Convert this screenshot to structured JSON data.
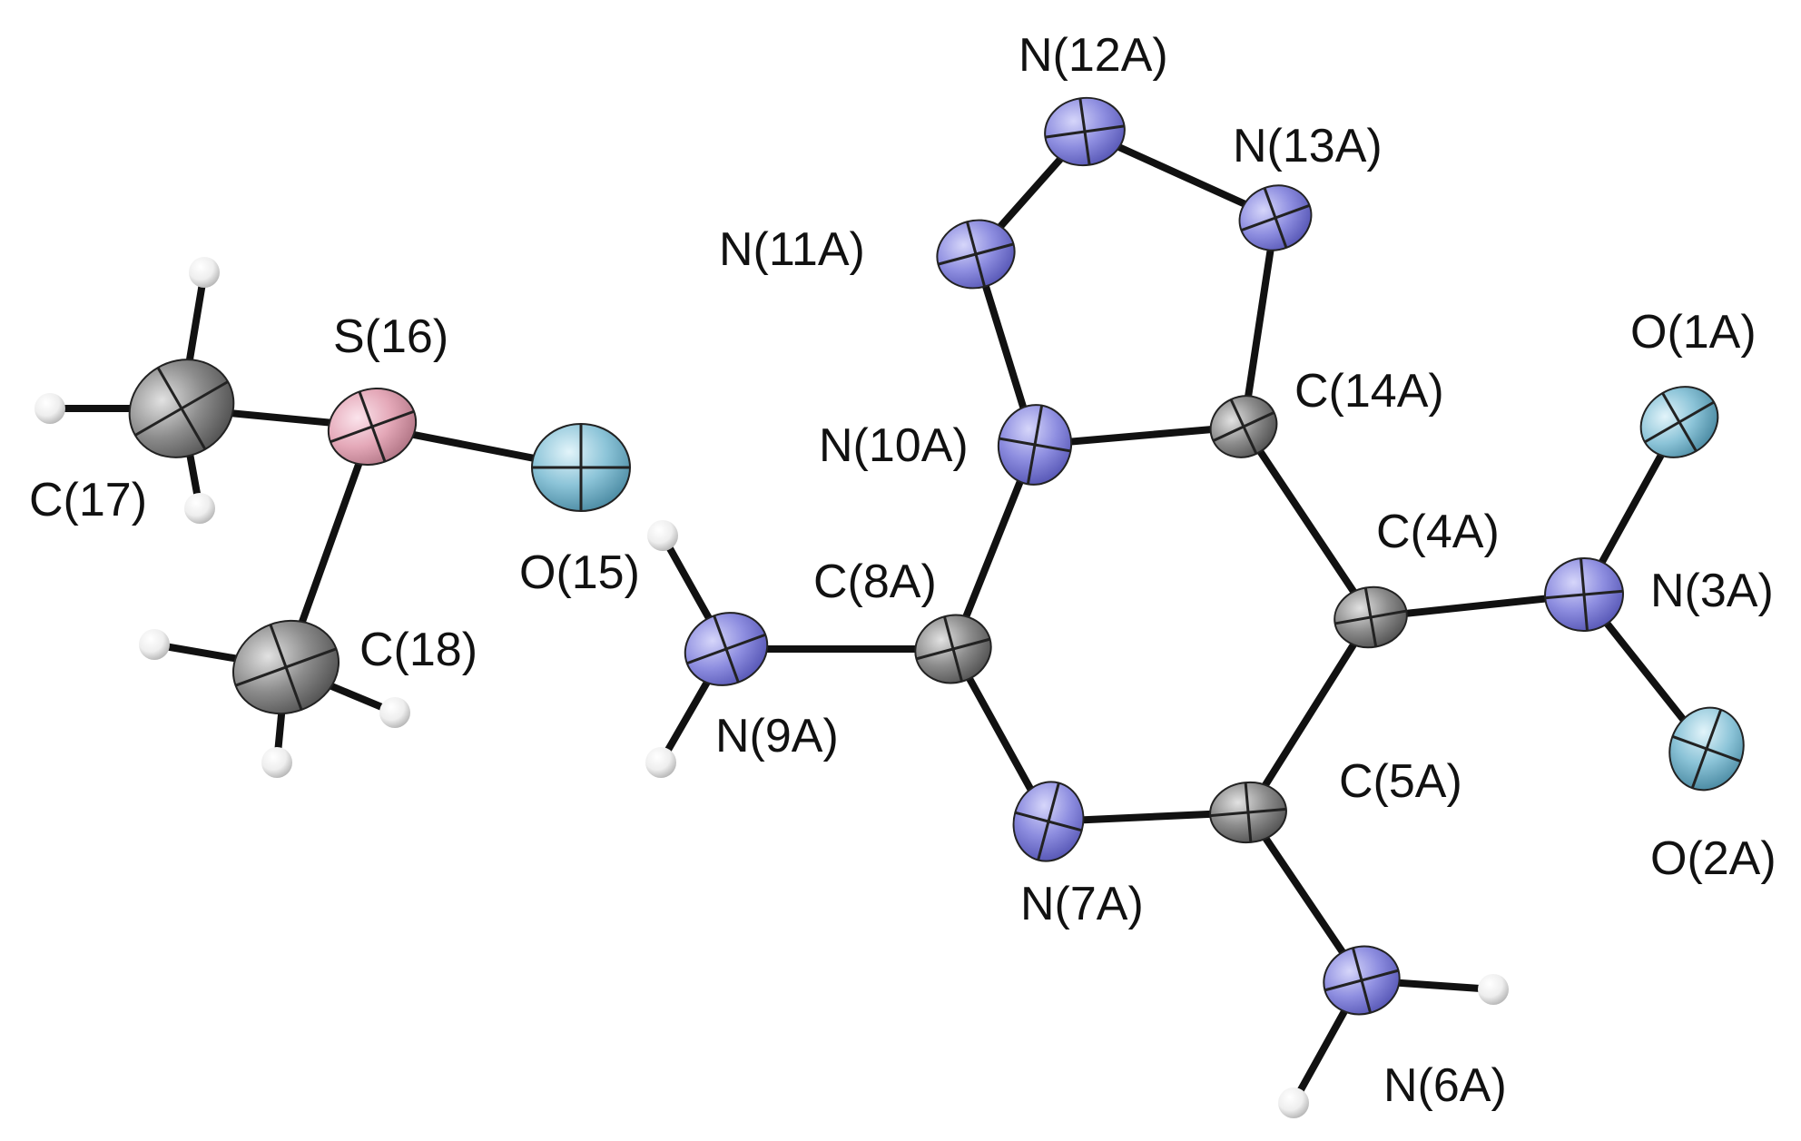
{
  "colors": {
    "background": "#ffffff",
    "bond": "#111111",
    "nitrogen": "#8e8ee0",
    "carbon": "#8c8c8c",
    "oxygen": "#8cc4d8",
    "sulfur": "#e4a8b8",
    "hydrogen": "#eeeeee",
    "label": "#111111"
  },
  "labels": {
    "n12a": "N(12A)",
    "n13a": "N(13A)",
    "n11a": "N(11A)",
    "s16": "S(16)",
    "o1a": "O(1A)",
    "c14a": "C(14A)",
    "n10a": "N(10A)",
    "c17": "C(17)",
    "c4a": "C(4A)",
    "o15": "O(15)",
    "c8a": "C(8A)",
    "n3a": "N(3A)",
    "c18": "C(18)",
    "n9a": "N(9A)",
    "c5a": "C(5A)",
    "o2a": "O(2A)",
    "n7a": "N(7A)",
    "n6a": "N(6A)"
  }
}
